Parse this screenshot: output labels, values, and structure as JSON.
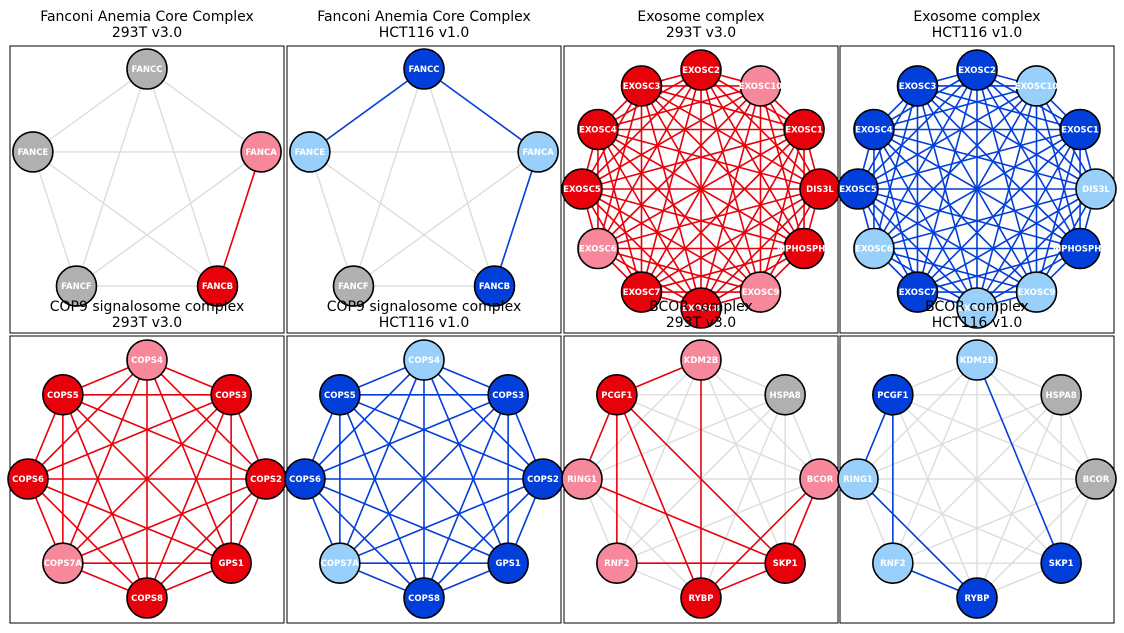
{
  "colors": {
    "red_strong": "#e8000b",
    "red_light": "#f7879a",
    "blue_strong": "#023eda",
    "blue_light": "#99d0fb",
    "gray": "#b0b0b0",
    "edge_gray": "#dddddd",
    "edge_red": "#e8000b",
    "edge_blue": "#023eda"
  },
  "panels": [
    {
      "title_line1": "Fanconi Anemia Core Complex",
      "title_line2": "293T v3.0",
      "nodes": [
        {
          "label": "FANCC",
          "color": "gray"
        },
        {
          "label": "FANCA",
          "color": "red_light"
        },
        {
          "label": "FANCB",
          "color": "red_strong"
        },
        {
          "label": "FANCF",
          "color": "gray"
        },
        {
          "label": "FANCE",
          "color": "gray"
        }
      ],
      "colored_edges": [
        [
          1,
          2
        ]
      ]
    },
    {
      "title_line1": "Fanconi Anemia Core Complex",
      "title_line2": "HCT116 v1.0",
      "nodes": [
        {
          "label": "FANCC",
          "color": "blue_strong"
        },
        {
          "label": "FANCA",
          "color": "blue_light"
        },
        {
          "label": "FANCB",
          "color": "blue_strong"
        },
        {
          "label": "FANCF",
          "color": "gray"
        },
        {
          "label": "FANCE",
          "color": "blue_light"
        }
      ],
      "colored_edges": [
        [
          0,
          4
        ],
        [
          0,
          1
        ],
        [
          1,
          2
        ]
      ]
    },
    {
      "title_line1": "Exosome complex",
      "title_line2": "293T v3.0",
      "nodes": [
        {
          "label": "EXOSC2",
          "color": "red_strong"
        },
        {
          "label": "EXOSC10",
          "color": "red_light"
        },
        {
          "label": "EXOSC1",
          "color": "red_strong"
        },
        {
          "label": "DIS3L",
          "color": "red_strong"
        },
        {
          "label": "MPHOSPH6",
          "color": "red_strong"
        },
        {
          "label": "EXOSC9",
          "color": "red_light"
        },
        {
          "label": "EXOSC8",
          "color": "red_strong"
        },
        {
          "label": "EXOSC7",
          "color": "red_strong"
        },
        {
          "label": "EXOSC6",
          "color": "red_light"
        },
        {
          "label": "EXOSC5",
          "color": "red_strong"
        },
        {
          "label": "EXOSC4",
          "color": "red_strong"
        },
        {
          "label": "EXOSC3",
          "color": "red_strong"
        }
      ],
      "colored_edges": "all"
    },
    {
      "title_line1": "Exosome complex",
      "title_line2": "HCT116 v1.0",
      "nodes": [
        {
          "label": "EXOSC2",
          "color": "blue_strong"
        },
        {
          "label": "EXOSC10",
          "color": "blue_light"
        },
        {
          "label": "EXOSC1",
          "color": "blue_strong"
        },
        {
          "label": "DIS3L",
          "color": "blue_light"
        },
        {
          "label": "MPHOSPH6",
          "color": "blue_strong"
        },
        {
          "label": "EXOSC9",
          "color": "blue_light"
        },
        {
          "label": "EXOSC8",
          "color": "blue_light"
        },
        {
          "label": "EXOSC7",
          "color": "blue_strong"
        },
        {
          "label": "EXOSC6",
          "color": "blue_light"
        },
        {
          "label": "EXOSC5",
          "color": "blue_strong"
        },
        {
          "label": "EXOSC4",
          "color": "blue_strong"
        },
        {
          "label": "EXOSC3",
          "color": "blue_strong"
        }
      ],
      "colored_edges": "all"
    },
    {
      "title_line1": "COP9 signalosome complex",
      "title_line2": "293T v3.0",
      "nodes": [
        {
          "label": "COPS4",
          "color": "red_light"
        },
        {
          "label": "COPS3",
          "color": "red_strong"
        },
        {
          "label": "COPS2",
          "color": "red_strong"
        },
        {
          "label": "GPS1",
          "color": "red_strong"
        },
        {
          "label": "COPS8",
          "color": "red_strong"
        },
        {
          "label": "COPS7A",
          "color": "red_light"
        },
        {
          "label": "COPS6",
          "color": "red_strong"
        },
        {
          "label": "COPS5",
          "color": "red_strong"
        }
      ],
      "colored_edges": "all"
    },
    {
      "title_line1": "COP9 signalosome complex",
      "title_line2": "HCT116 v1.0",
      "nodes": [
        {
          "label": "COPS4",
          "color": "blue_light"
        },
        {
          "label": "COPS3",
          "color": "blue_strong"
        },
        {
          "label": "COPS2",
          "color": "blue_strong"
        },
        {
          "label": "GPS1",
          "color": "blue_strong"
        },
        {
          "label": "COPS8",
          "color": "blue_strong"
        },
        {
          "label": "COPS7A",
          "color": "blue_light"
        },
        {
          "label": "COPS6",
          "color": "blue_strong"
        },
        {
          "label": "COPS5",
          "color": "blue_strong"
        }
      ],
      "colored_edges": "all"
    },
    {
      "title_line1": "BCOR complex",
      "title_line2": "293T v3.0",
      "nodes": [
        {
          "label": "KDM2B",
          "color": "red_light"
        },
        {
          "label": "HSPA8",
          "color": "gray"
        },
        {
          "label": "BCOR",
          "color": "red_light"
        },
        {
          "label": "SKP1",
          "color": "red_strong"
        },
        {
          "label": "RYBP",
          "color": "red_strong"
        },
        {
          "label": "RNF2",
          "color": "red_light"
        },
        {
          "label": "RING1",
          "color": "red_light"
        },
        {
          "label": "PCGF1",
          "color": "red_strong"
        }
      ],
      "colored_edges": [
        [
          7,
          0
        ],
        [
          7,
          6
        ],
        [
          7,
          5
        ],
        [
          7,
          4
        ],
        [
          7,
          3
        ],
        [
          0,
          4
        ],
        [
          2,
          3
        ],
        [
          2,
          4
        ],
        [
          6,
          3
        ],
        [
          5,
          3
        ],
        [
          4,
          3
        ]
      ]
    },
    {
      "title_line1": "BCOR complex",
      "title_line2": "HCT116 v1.0",
      "nodes": [
        {
          "label": "KDM2B",
          "color": "blue_light"
        },
        {
          "label": "HSPA8",
          "color": "gray"
        },
        {
          "label": "BCOR",
          "color": "gray"
        },
        {
          "label": "SKP1",
          "color": "blue_strong"
        },
        {
          "label": "RYBP",
          "color": "blue_strong"
        },
        {
          "label": "RNF2",
          "color": "blue_light"
        },
        {
          "label": "RING1",
          "color": "blue_light"
        },
        {
          "label": "PCGF1",
          "color": "blue_strong"
        }
      ],
      "colored_edges": [
        [
          7,
          6
        ],
        [
          7,
          5
        ],
        [
          6,
          4
        ],
        [
          5,
          4
        ],
        [
          0,
          3
        ]
      ]
    }
  ]
}
